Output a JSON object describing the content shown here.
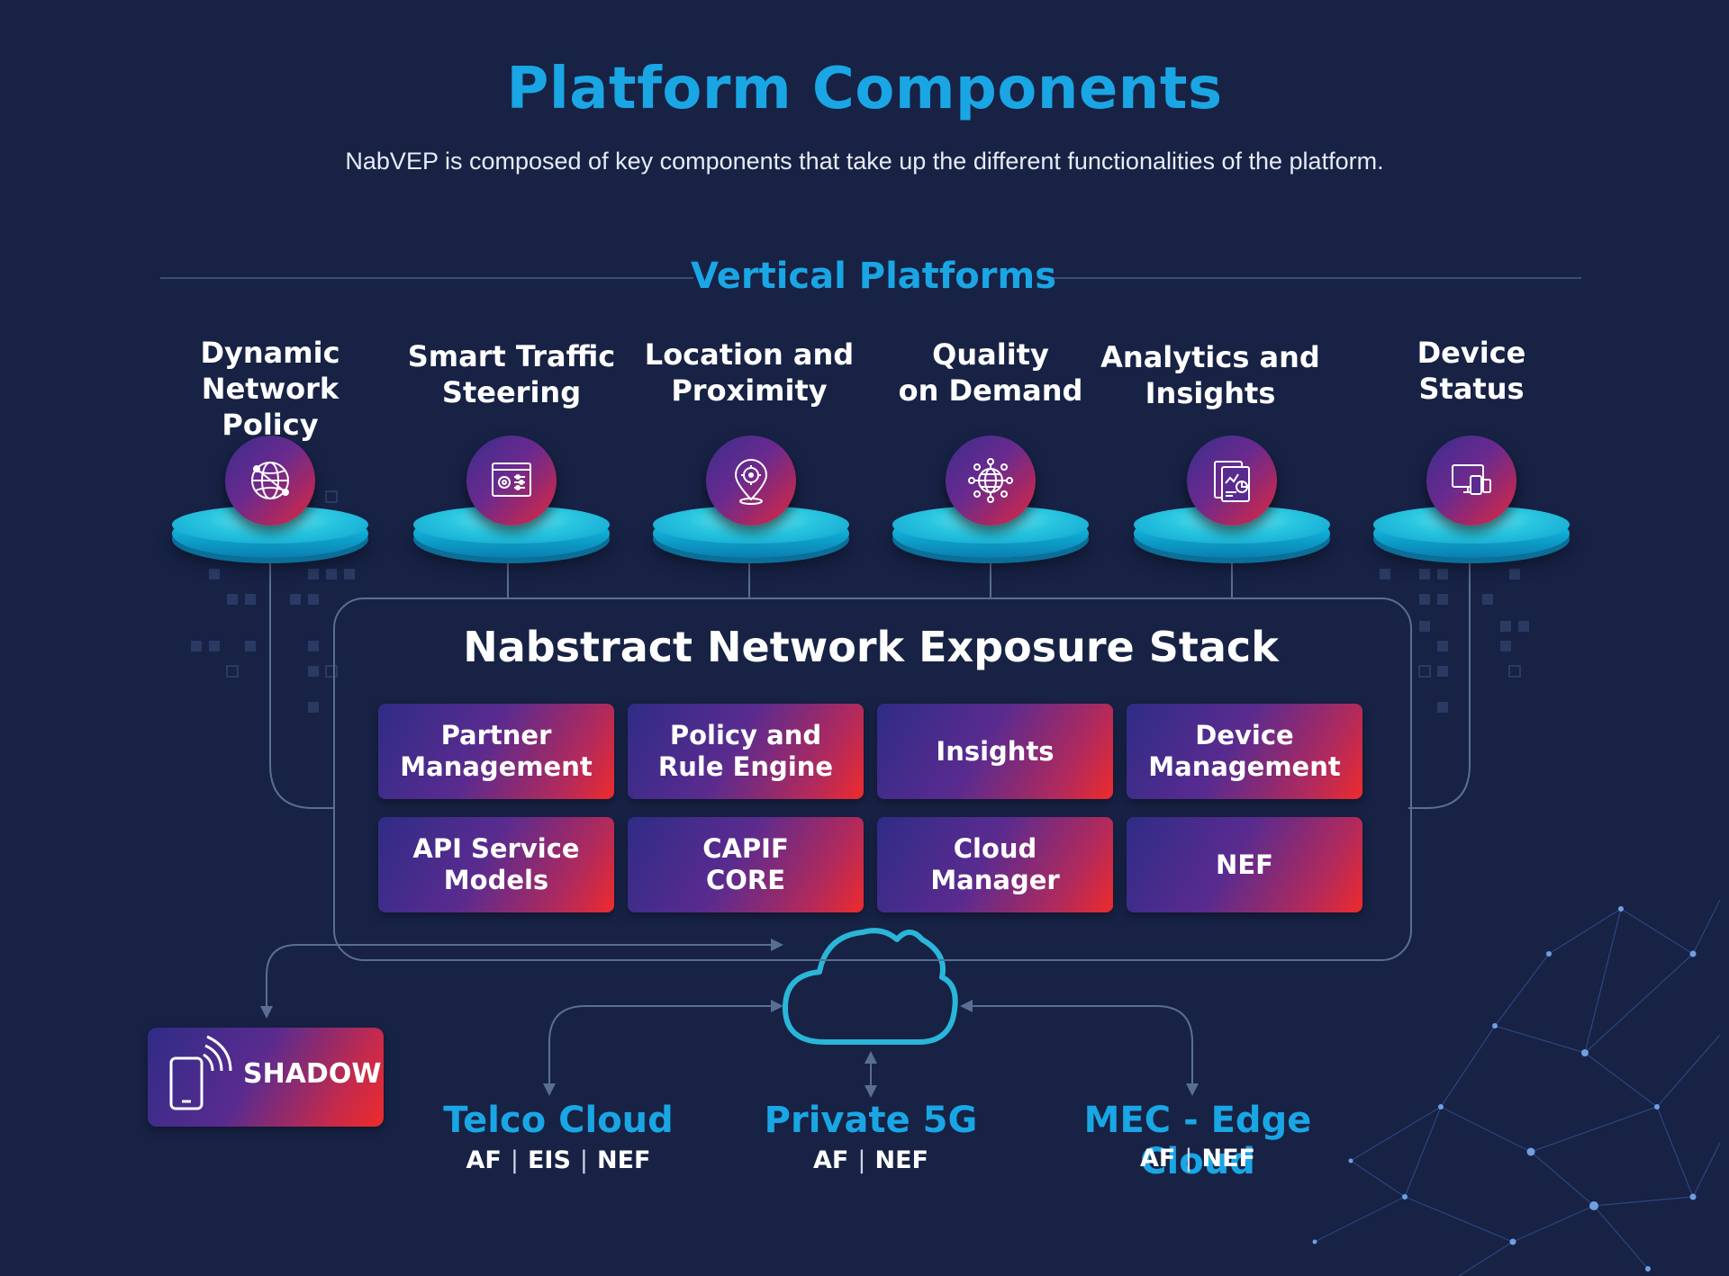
{
  "header": {
    "title": "Platform Components",
    "subtitle": "NabVEP is composed of key components that take up the different functionalities of the platform."
  },
  "vertical_platforms": {
    "label": "Vertical Platforms",
    "items": [
      {
        "line1": "Dynamic",
        "line2": "Network Policy",
        "icon": "globe-network-icon"
      },
      {
        "line1": "Smart Traffic",
        "line2": "Steering",
        "icon": "browser-settings-icon"
      },
      {
        "line1": "Location and",
        "line2": "Proximity",
        "icon": "location-pin-icon"
      },
      {
        "line1": "Quality",
        "line2": "on Demand",
        "icon": "globe-nodes-icon"
      },
      {
        "line1": "Analytics and",
        "line2": "Insights",
        "icon": "analytics-report-icon"
      },
      {
        "line1": "Device",
        "line2": "Status",
        "icon": "devices-icon"
      }
    ]
  },
  "stack": {
    "title": "Nabstract Network Exposure Stack",
    "tiles": [
      {
        "line1": "Partner",
        "line2": "Management"
      },
      {
        "line1": "Policy and",
        "line2": "Rule Engine"
      },
      {
        "line1": "Insights",
        "line2": ""
      },
      {
        "line1": "Device",
        "line2": "Management"
      },
      {
        "line1": "API Service",
        "line2": "Models"
      },
      {
        "line1": "CAPIF",
        "line2": "CORE"
      },
      {
        "line1": "Cloud",
        "line2": "Manager"
      },
      {
        "line1": "NEF",
        "line2": ""
      }
    ]
  },
  "shadow": {
    "label": "SHADOW",
    "icon": "mobile-signal-icon"
  },
  "cloud": {
    "icon": "cloud-icon"
  },
  "destinations": [
    {
      "name": "Telco Cloud",
      "tags": [
        "AF",
        "EIS",
        "NEF"
      ]
    },
    {
      "name": "Private 5G",
      "tags": [
        "AF",
        "NEF"
      ]
    },
    {
      "name": "MEC - Edge Cloud",
      "tags": [
        "AF",
        "NEF"
      ]
    }
  ],
  "colors": {
    "background": "#172245",
    "accent_blue": "#1aa6e4",
    "tile_gradient_start": "#2f2c86",
    "tile_gradient_end": "#ee2b2b",
    "platform_cyan": "#22d4e6"
  }
}
